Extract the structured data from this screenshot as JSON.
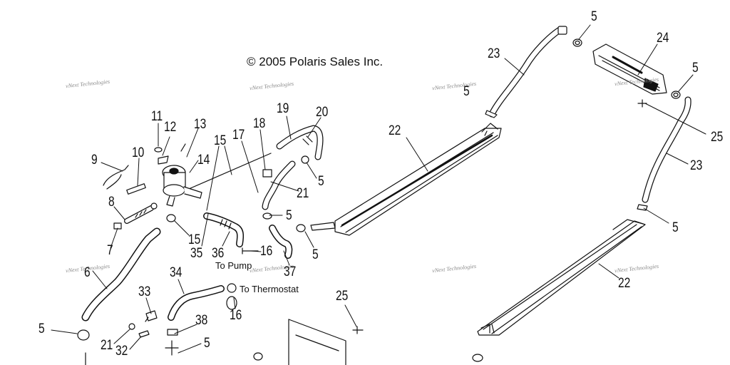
{
  "copyright": "© 2005 Polaris Sales Inc.",
  "watermark": "vNext Technologies",
  "notes": {
    "to_pump": "To Pump",
    "to_thermostat": "To Thermostat"
  },
  "callouts": {
    "c5a": "5",
    "c24": "24",
    "c23a": "23",
    "c5b": "5",
    "c5c": "5",
    "c25a": "25",
    "c23b": "23",
    "c22a": "22",
    "c19": "19",
    "c20": "20",
    "c18": "18",
    "c17": "17",
    "c5d": "5",
    "c21a": "21",
    "c11": "11",
    "c12": "12",
    "c13": "13",
    "c9": "9",
    "c10": "10",
    "c14": "14",
    "c15a": "15",
    "c8": "8",
    "c7": "7",
    "c15b": "15",
    "c35": "35",
    "c36": "36",
    "c16a": "16",
    "c5e": "5",
    "c5f": "5",
    "c37": "37",
    "c5g": "5",
    "c6": "6",
    "c34": "34",
    "c33": "33",
    "c16b": "16",
    "c25b": "25",
    "c22b": "22",
    "c5h": "5",
    "c21b": "21",
    "c32": "32",
    "c38": "38",
    "c5i": "5"
  }
}
